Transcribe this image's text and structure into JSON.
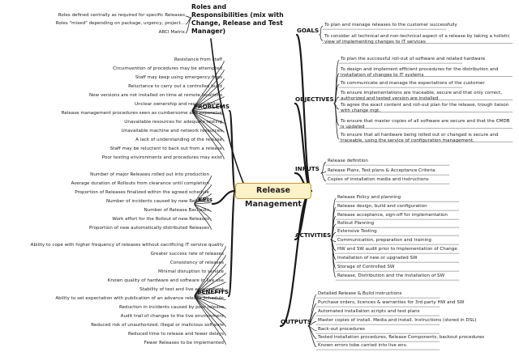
{
  "center": "Release Management",
  "roles": {
    "title": "Roles and Responsibilities (mix with Change, Release and Test Manager)",
    "items": [
      "Roles defined centrally as required for specific Releases",
      "Roles \"mixed\" depending on package,  urgency, project...",
      "ARCI Matrix"
    ]
  },
  "goals": {
    "label": "GOALS",
    "items": [
      "To plan and manage releases to the customer successfully",
      "To consider all technical and non-technical aspect of a release by taking a holistic view of implementing changes to IT services"
    ]
  },
  "objectives": {
    "label": "OBJECTIVES",
    "items": [
      "To plan the successful roll-out of software and related hardware",
      "To design and implement efficient procedures for the distribution and installation of changes to IT systems",
      "To communicate and manage the expectations of the customer",
      "To ensure implementations are traceable, secure and that only correct, authorized and tested version are installed",
      "To agree the exact content and roll-out plan for the release, trough liaison with change mgt.",
      "To ensure that master copies of all software are secure and that the CMDB is updated",
      "To ensure that all hardware being rolled out or changed is secure and traceable, using the service of configuration management."
    ]
  },
  "inputs": {
    "label": "INPUTS",
    "items": [
      "Release definition",
      "Release Plans, Test plans & Acceptance Criteria",
      "Copies of installation media and instructions"
    ]
  },
  "activities": {
    "label": "ACTIVITIES",
    "items": [
      "Release Policy and planning",
      "Release design, build and configuration",
      "Release acceptance, sign-off for implementation",
      "Rollout Planning",
      "Extensive Testing",
      "Communication, preparation and training",
      "HW and SW audit prior to Implementation of Change",
      "Installation of new or upgraded SW",
      "Storage of Controlled SW",
      "Release, Distribution and the Installation of SW"
    ]
  },
  "outputs": {
    "label": "OUTPUTS",
    "items": [
      "Detailed Release & Build instructions",
      "Purchase orders, licences & warranties for 3rd party HW and SW",
      "Automated installation scripts and test plans",
      "Master copies of install. Media and install. Instructions (stored in DSL)",
      "Back-out procedures",
      "Tested installation procedures, Release Components, backout procedures",
      "Known errors tobe carried into live env."
    ]
  },
  "problems": {
    "label": "PROBLEMS",
    "items": [
      "Resistance from staff",
      "Circumvention of procedures may be attempted",
      "Staff may keep using emergency fixes",
      "Reluctance to carry out a controlled build",
      "New versions are not installed on time at remote locations",
      "Unclear ownership and responsibilities",
      "Release management procedures seen as cumbersome and expensive",
      "Unavailable resources for adequate testing",
      "Unavailable machine and network resources",
      "A lack of understanding of the release",
      "Staff may be reluctant to back out from a release",
      "Poor testing environments and procedures may exist"
    ]
  },
  "kpis": {
    "label": "KPIs",
    "items": [
      "Number of major Releases rolled out into production",
      "Average duration of Rollouts from clearance until completion",
      "Proportion of Releases finalized within the agreed schedule",
      "Number of incidents caused by new Releases",
      "Number of Release Backouts",
      "Work effort for the Rollout of new Releases",
      "Proportion of new automatically distributed Releases"
    ]
  },
  "benefits": {
    "label": "BENEFITS",
    "items": [
      "Ability to cope with higher frequency of releases without sacrificing IT service quality",
      "Greater success rate of releases",
      "Consistency of releases",
      "Minimal disruption to service",
      "Known quality of hardware and software in live use",
      "Stability of test and live environment",
      "Ability to set expectation with publication of an advance release Schedule",
      "Reduction in incidents caused by poor release",
      "Audit trail of changes to the live environment",
      "Reduced risk of unauthorized, illegal or malicious software",
      "Reduced time to release and fewer delays",
      "Fewer Releases to be implemented"
    ]
  }
}
